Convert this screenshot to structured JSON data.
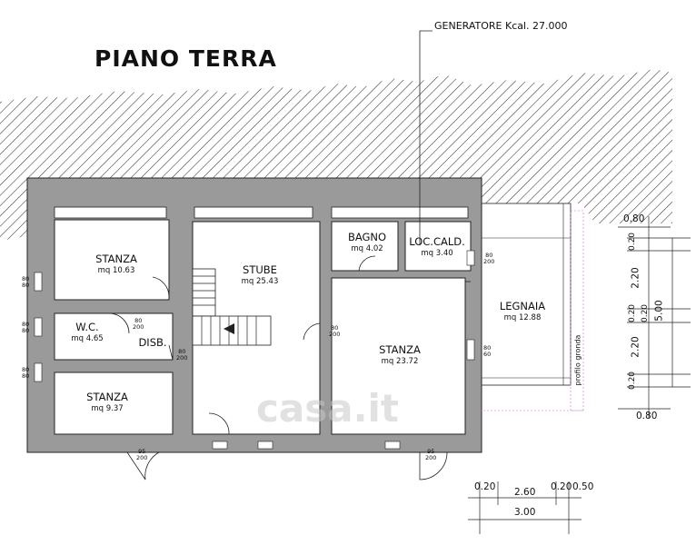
{
  "title": "PIANO TERRA",
  "generator": "GENERATORE Kcal. 27.000",
  "watermark": "casa.it",
  "rooms": [
    {
      "id": "stanza-1",
      "name": "STANZA",
      "area": "mq 10.63"
    },
    {
      "id": "wc",
      "name": "W.C.",
      "area": "mq 4.65"
    },
    {
      "id": "disb",
      "name": "DISB.",
      "area": ""
    },
    {
      "id": "stanza-2",
      "name": "STANZA",
      "area": "mq 9.37"
    },
    {
      "id": "stube",
      "name": "STUBE",
      "area": "mq 25.43"
    },
    {
      "id": "bagno",
      "name": "BAGNO",
      "area": "mq 4.02"
    },
    {
      "id": "loc-cald",
      "name": "LOC.CALD.",
      "area": "mq 3.40"
    },
    {
      "id": "stanza-3",
      "name": "STANZA",
      "area": "mq 23.72"
    },
    {
      "id": "legnaia",
      "name": "LEGNAIA",
      "area": "mq 12.88"
    }
  ],
  "door_labels": {
    "d80_80": "80\n80",
    "d80_200": "80\n200",
    "d80_60": "80\n60",
    "d95_200": "95\n200"
  },
  "side_label": "profilo gronda",
  "dims_right": {
    "top": "0.80",
    "d1": "0.20",
    "d2": "2.20",
    "d3": "0.20",
    "d4": "0.20",
    "total": "5.00",
    "d5": "2.20",
    "d6": "0.20",
    "bottom": "0.80"
  },
  "dims_bottom": {
    "a": "0.20",
    "b": "2.60",
    "c": "0.20",
    "d": "0.50",
    "total": "3.00"
  }
}
